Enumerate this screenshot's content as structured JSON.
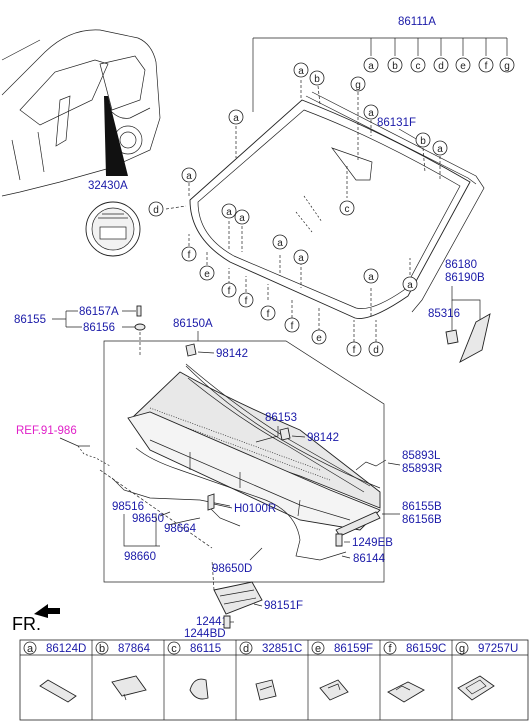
{
  "labels": {
    "p86111A": "86111A",
    "p86131F": "86131F",
    "p32430A": "32430A",
    "p86180": "86180",
    "p86190B": "86190B",
    "p85316": "85316",
    "p86155": "86155",
    "p86157A": "86157A",
    "p86156": "86156",
    "p86150A": "86150A",
    "p98142a": "98142",
    "p98142b": "98142",
    "p86153": "86153",
    "p85893L": "85893L",
    "p85893R": "85893R",
    "ref": "REF.91-986",
    "p98516": "98516",
    "p98650": "98650",
    "p98664": "98664",
    "p98660": "98660",
    "pH0100R": "H0100R",
    "p86155B": "86155B",
    "p86156B": "86156B",
    "p1249EB": "1249EB",
    "p98650D": "98650D",
    "p86144": "86144",
    "p98151F": "98151F",
    "p12441": "12441",
    "p1244BD": "1244BD",
    "fr": "FR."
  },
  "callouts": {
    "a": "a",
    "b": "b",
    "c": "c",
    "d": "d",
    "e": "e",
    "f": "f",
    "g": "g"
  },
  "legend": [
    {
      "letter": "a",
      "part": "86124D",
      "icon": "molding-clip-icon"
    },
    {
      "letter": "b",
      "part": "87864",
      "icon": "pad-icon"
    },
    {
      "letter": "c",
      "part": "86115",
      "icon": "spacer-icon"
    },
    {
      "letter": "d",
      "part": "32851C",
      "icon": "bracket-icon"
    },
    {
      "letter": "e",
      "part": "86159F",
      "icon": "mount-clip-icon"
    },
    {
      "letter": "f",
      "part": "86159C",
      "icon": "retainer-icon"
    },
    {
      "letter": "g",
      "part": "97257U",
      "icon": "sensor-bracket-icon"
    }
  ]
}
